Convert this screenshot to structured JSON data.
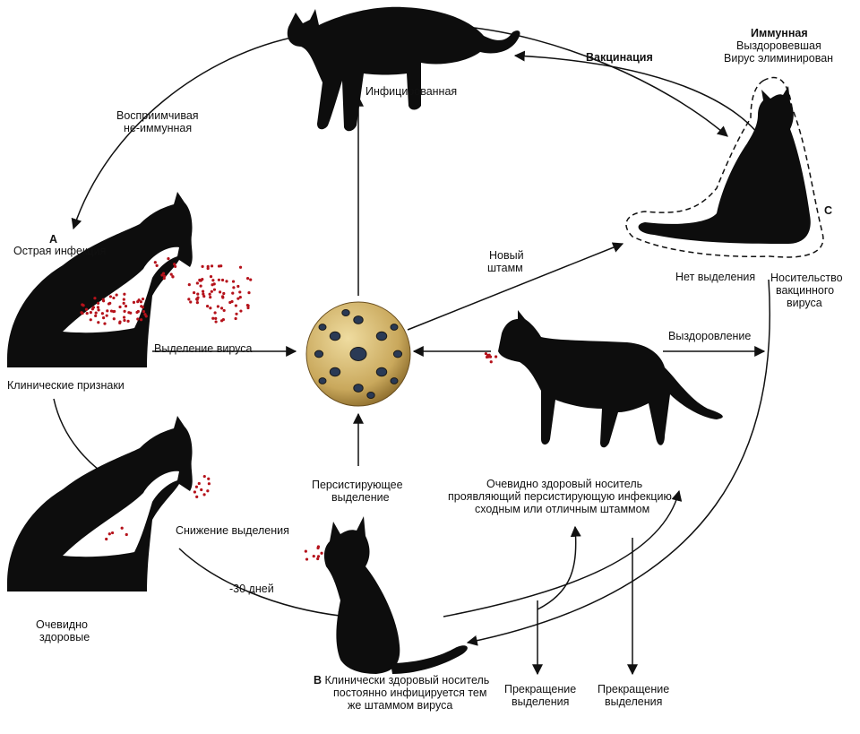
{
  "labels": {
    "infected": "Инфицированная",
    "vaccination": "Вакцинация",
    "immune_title": "Иммунная",
    "immune_line2": "Выздоровевшая",
    "immune_line3": "Вирус элиминирован",
    "letter_c": "C",
    "susceptible_line1": "Восприимчивая",
    "susceptible_line2": "не-иммунная",
    "letter_a": "A",
    "acute": "Острая инфекция",
    "clinical_signs": "Клинические признаки",
    "virus_shedding": "Выделение вируса",
    "new_strain_line1": "Новый",
    "new_strain_line2": "штамм",
    "no_shedding": "Нет выделения",
    "vaccine_carrier_line1": "Носительство",
    "vaccine_carrier_line2": "вакцинного",
    "vaccine_carrier_line3": "вируса",
    "recovery": "Выздоровление",
    "healthy_carrier_line1": "Очевидно здоровый носитель",
    "healthy_carrier_line2": "проявляющий персистирующую инфекцию",
    "healthy_carrier_line3": "сходным или отличным штаммом",
    "persistent_line1": "Персистирующее",
    "persistent_line2": "выделение",
    "reduced_shedding": "Снижение выделения",
    "days": "-30 дней",
    "apparently_line1": "Очевидно",
    "apparently_line2": "здоровые",
    "letter_b": "B",
    "b_line1": "Клинически здоровый носитель",
    "b_line2": "постоянно инфицируется тем",
    "b_line3": "же штаммом вируса",
    "stop1_line1": "Прекращение",
    "stop1_line2": "выделения",
    "stop2_line1": "Прекращение",
    "stop2_line2": "выделения"
  },
  "colors": {
    "silhouette": "#0d0d0d",
    "virus_particles": "#b5121b",
    "virion_shell": "#c9a85c",
    "virion_pits": "#2a3a55"
  },
  "icons": {
    "center": "calicivirus-virion",
    "cats": [
      "cat-infected",
      "cat-immune",
      "cat-acute",
      "cat-healthy-carrier",
      "cat-carrier-b",
      "cat-reduced"
    ]
  }
}
